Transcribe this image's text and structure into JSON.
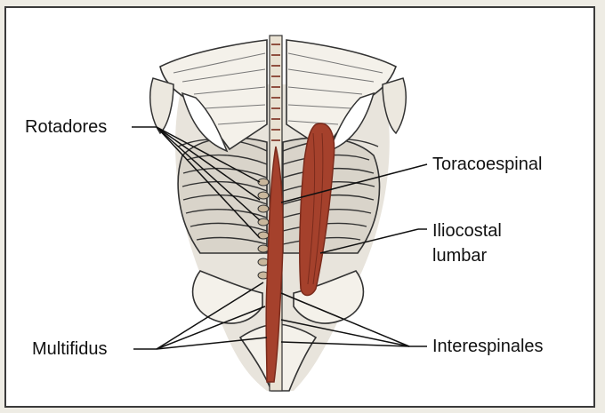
{
  "figure": {
    "labels": {
      "rotadores": "Rotadores",
      "multifidus": "Multifidus",
      "toracoespinal": "Toracoespinal",
      "iliocostal_line1": "Iliocostal",
      "iliocostal_line2": "lumbar",
      "interespinales": "Interespinales"
    },
    "colors": {
      "background": "#ffffff",
      "page": "#eeece4",
      "frame": "#3a3a3a",
      "muscle": "#a5412c",
      "muscle_dark": "#7a2b1c",
      "bone_line": "#333333",
      "bone_fill": "#f4f1ea",
      "shade": "#cfcac0"
    }
  }
}
